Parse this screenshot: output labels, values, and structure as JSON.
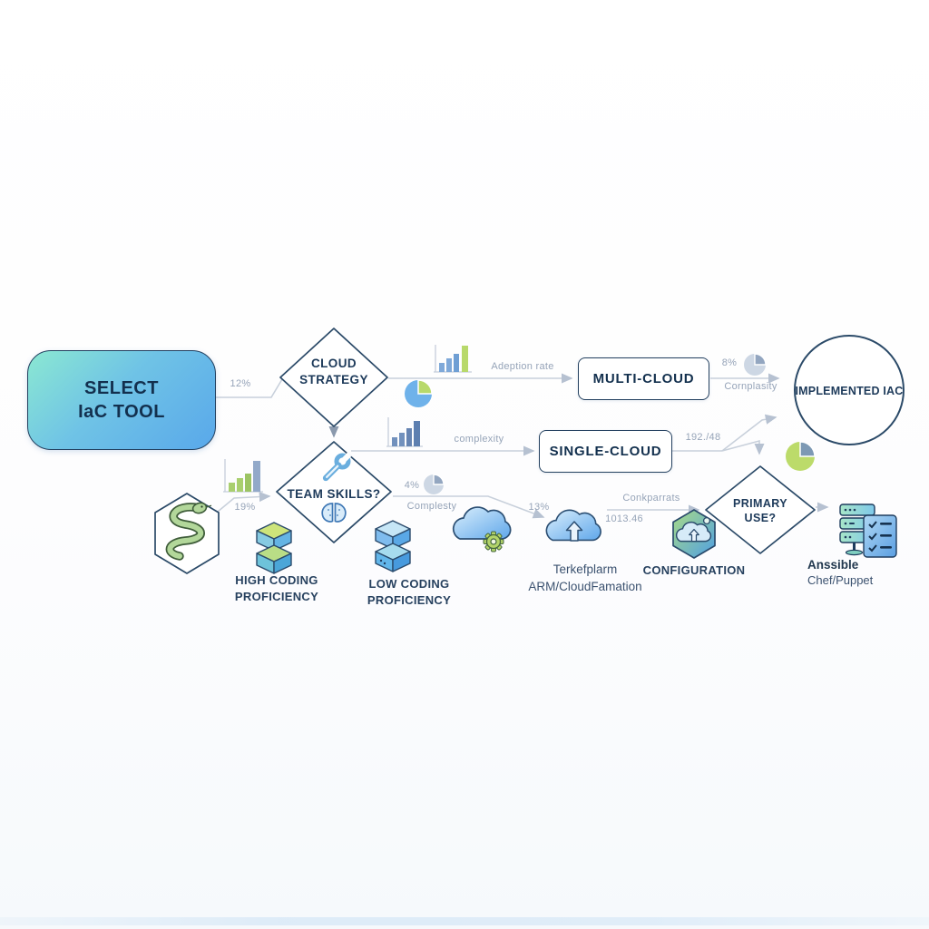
{
  "nodes": {
    "select": {
      "line1": "SELECT",
      "line2": "IaC TOOL"
    },
    "cloud_strategy": {
      "line1": "CLOUD",
      "line2": "STRATEGY"
    },
    "team_skills": {
      "label": "TEAM SKILLS?"
    },
    "multi_cloud": {
      "label": "MULTI-CLOUD"
    },
    "single_cloud": {
      "label": "SINGLE-CLOUD"
    },
    "implemented_iac": {
      "label": "IMPLEMENTED IAC"
    },
    "primary_use": {
      "line1": "PRIMARY",
      "line2": "USE?"
    }
  },
  "edge_labels": {
    "select_to_strategy_percent": "12%",
    "adoption_rate": "Adeption rate",
    "multi_percent": "8%",
    "multi_complexity": "Cornplasity",
    "single_complexity": "complexity",
    "single_value": "192./48",
    "skills_percent": "4%",
    "skills_complexity": "Complesty",
    "cloud_percent": "13%",
    "snake_percent": "19%",
    "config_params": "Conkparrats",
    "config_value": "1013.46"
  },
  "leaves": {
    "high_coding": {
      "line1": "HIGH CODING",
      "line2": "PROFICIENCY"
    },
    "low_coding": {
      "line1": "LOW CODING",
      "line2": "PROFICIENCY"
    },
    "terraform": {
      "line1": "Terkefplarm",
      "line2": "ARM/CloudFamation"
    },
    "configuration": {
      "label": "CONFIGURATION"
    },
    "ansible": {
      "line1": "Anssible",
      "line2": "Chef/Puppet"
    }
  },
  "icons": [
    "python-snake-icon",
    "bar-chart-icon",
    "pie-chart-icon",
    "wrench-icon",
    "brain-icon",
    "layers-stack-icon",
    "cloud-gear-icon",
    "cloud-upload-icon",
    "hexagon-cloud-icon",
    "server-checklist-icon"
  ],
  "colors": {
    "node_border": "#23405f",
    "select_gradient_start": "#8be8d2",
    "select_gradient_end": "#59a8ea",
    "connector_gray": "#b6c1d1",
    "label_gray": "#96a4b8",
    "text_navy": "#1d3a5a",
    "accent_green": "#b8d96b",
    "accent_blue": "#5fa7ea"
  }
}
